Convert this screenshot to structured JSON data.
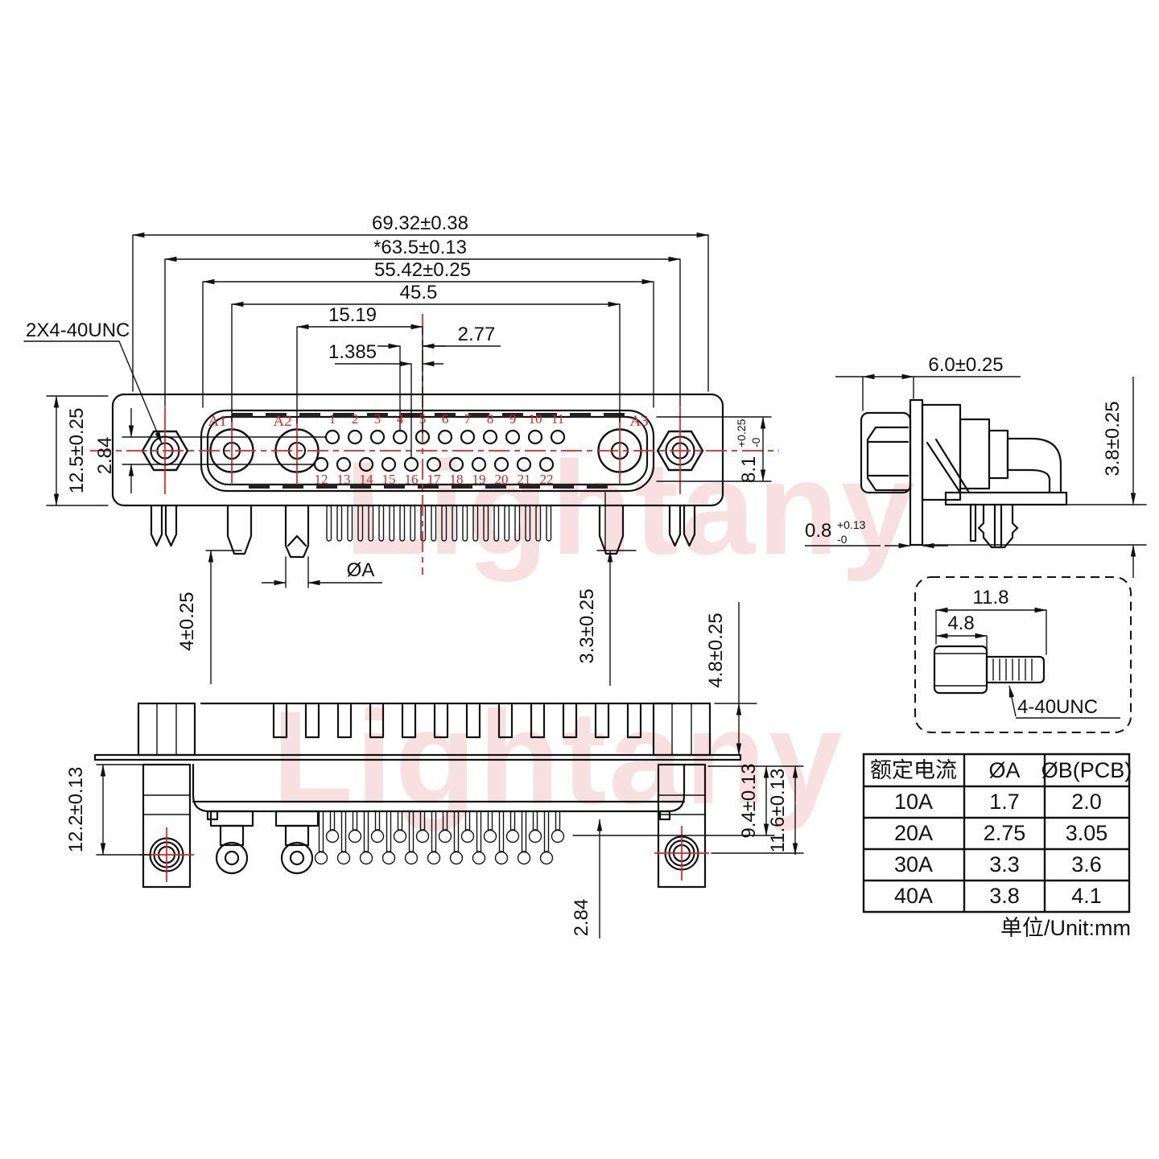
{
  "watermark": {
    "text": "Lightany",
    "color": "#f3c2c2"
  },
  "front_view": {
    "thread_label": "2X4-40UNC",
    "dim_total_width": "69.32±0.38",
    "dim_mount_spacing": "*63.5±0.13",
    "dim_shell_width": "55.42±0.25",
    "dim_coax_span": "45.5",
    "dim_a2_to_center": "15.19",
    "dim_pin_pitch": "2.77",
    "dim_half_pitch": "1.385",
    "dim_flange_height": "12.5±0.25",
    "dim_row_spacing": "2.84",
    "dim_face_height": {
      "value": "8.1",
      "tol_plus": "+0.25",
      "tol_minus": "-0"
    },
    "dim_leg_left": "4±0.25",
    "dim_leg_right": "3.3±0.25",
    "dim_pin_diameter": "ØA",
    "coax_labels": [
      "A1",
      "A2",
      "A3"
    ],
    "pins_top": [
      "1",
      "2",
      "3",
      "4",
      "5",
      "6",
      "7",
      "8",
      "9",
      "10",
      "11"
    ],
    "pins_bottom": [
      "12",
      "13",
      "14",
      "15",
      "16",
      "17",
      "18",
      "19",
      "20",
      "21",
      "22"
    ]
  },
  "side_view": {
    "dim_depth": "6.0±0.25",
    "dim_height": "3.8±0.25",
    "dim_plate": {
      "value": "0.8",
      "tol_plus": "+0.13",
      "tol_minus": "-0"
    }
  },
  "bottom_view": {
    "dim_height": "12.2±0.13",
    "dim_pin_row_a": "9.4±0.13",
    "dim_pin_row_b": "11.6±0.13",
    "dim_row_offset": "2.84",
    "dim_standoff": "4.8±0.25"
  },
  "screw_detail": {
    "dim_total_length": "11.8",
    "dim_head_length": "4.8",
    "thread_label": "4-40UNC"
  },
  "table": {
    "headers": [
      "额定电流",
      "ØA",
      "ØB(PCB)"
    ],
    "rows": [
      [
        "10A",
        "1.7",
        "2.0"
      ],
      [
        "20A",
        "2.75",
        "3.05"
      ],
      [
        "30A",
        "3.3",
        "3.6"
      ],
      [
        "40A",
        "3.8",
        "4.1"
      ]
    ],
    "unit_note": "单位/Unit:mm"
  },
  "colors": {
    "line": "#111111",
    "accent_red": "#e32222",
    "watermark_pink": "#f3c2c2",
    "background": "#ffffff"
  }
}
